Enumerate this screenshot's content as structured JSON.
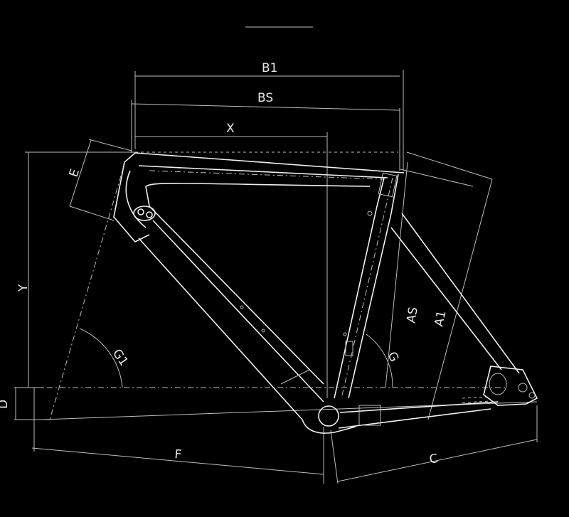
{
  "labels": {
    "b1": "B1",
    "bs": "BS",
    "x": "X",
    "y": "Y",
    "e": "E",
    "g1": "G1",
    "g": "G",
    "as": "AS",
    "a1": "A1",
    "d": "D",
    "f": "F",
    "c": "C"
  },
  "colors": {
    "background": "#000000",
    "lines": "#d9d9d9"
  }
}
